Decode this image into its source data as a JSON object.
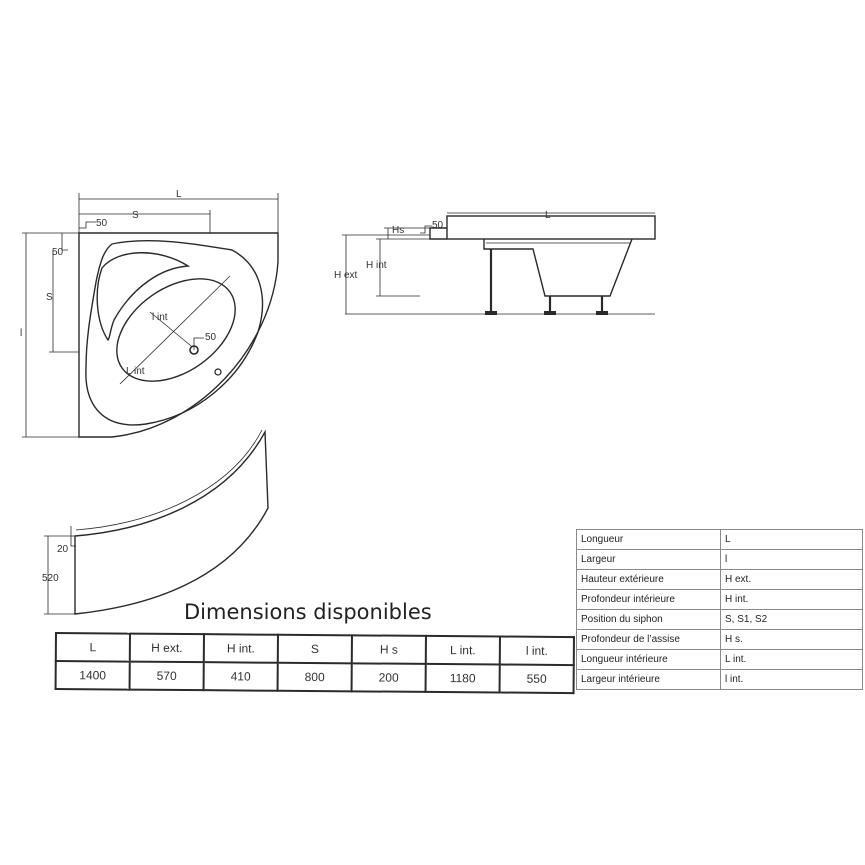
{
  "caption": "Dimensions disponibles",
  "drawing_labels": {
    "top_L": "L",
    "top_S": "S",
    "top_50": "50",
    "left_50": "50",
    "left_S": "S",
    "left_l": "l",
    "inner_l_int": "l int",
    "inner_50": "50",
    "inner_L_int": "L int",
    "side_L": "L",
    "side_Hs": "Hs",
    "side_50": "50",
    "side_H_ext": "H ext",
    "side_H_int": "H int",
    "panel_20": "20",
    "panel_520": "520"
  },
  "dimensions_table": {
    "headers": [
      "L",
      "H ext.",
      "H int.",
      "S",
      "H s",
      "L int.",
      "l int."
    ],
    "values": [
      "1400",
      "570",
      "410",
      "800",
      "200",
      "1180",
      "550"
    ]
  },
  "legend": [
    {
      "label": "Longueur",
      "code": "L"
    },
    {
      "label": "Largeur",
      "code": "l"
    },
    {
      "label": "Hauteur extérieure",
      "code": "H ext."
    },
    {
      "label": "Profondeur intérieure",
      "code": "H int."
    },
    {
      "label": "Position du siphon",
      "code": "S, S1, S2"
    },
    {
      "label": "Profondeur de l’assise",
      "code": "H s."
    },
    {
      "label": "Longueur intérieure",
      "code": "L int."
    },
    {
      "label": "Largeur intérieure",
      "code": "l int."
    }
  ]
}
